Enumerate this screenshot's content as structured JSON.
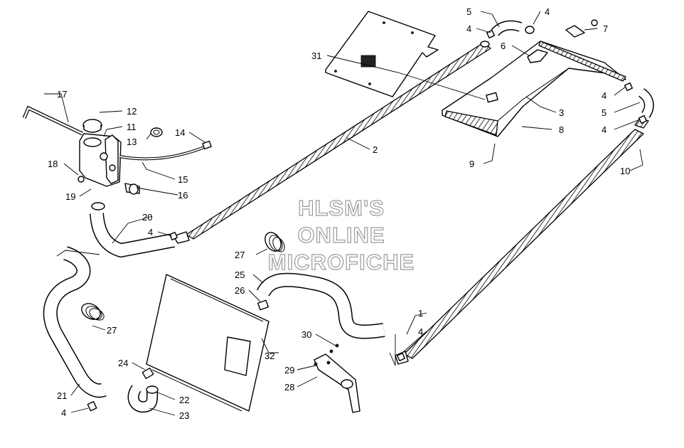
{
  "watermark": {
    "line1": "HLSM'S",
    "line2": "ONLINE",
    "line3": "MICROFICHE"
  },
  "callouts": {
    "c1": "1",
    "c2": "2",
    "c3": "3",
    "c4a": "4",
    "c4b": "4",
    "c4c": "4",
    "c4d": "4",
    "c4e": "4",
    "c4f": "4",
    "c4g": "4",
    "c5a": "5",
    "c5b": "5",
    "c6": "6",
    "c7": "7",
    "c8": "8",
    "c9": "9",
    "c10": "10",
    "c11": "11",
    "c12": "12",
    "c13": "13",
    "c14": "14",
    "c15": "15",
    "c16": "16",
    "c17": "17",
    "c18": "18",
    "c19": "19",
    "c20": "20",
    "c21": "21",
    "c22": "22",
    "c23": "23",
    "c24": "24",
    "c25": "25",
    "c26": "26",
    "c27a": "27",
    "c27b": "27",
    "c28": "28",
    "c29": "29",
    "c30": "30",
    "c31": "31",
    "c32": "32"
  }
}
